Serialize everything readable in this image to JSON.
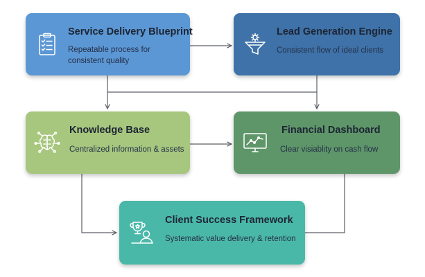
{
  "colors": {
    "service": "#5b97d4",
    "lead": "#3e72a8",
    "knowledge": "#a7c77e",
    "financial": "#5e9669",
    "client": "#4ab8a8",
    "connector": "#5a5f66"
  },
  "nodes": {
    "service": {
      "title": "Service Delivery Blueprint",
      "desc": "Repeatable process for consistent quality",
      "icon": "clipboard-checklist-icon"
    },
    "lead": {
      "title": "Lead Generation Engine",
      "desc": "Consistent flow of ideal clients",
      "icon": "funnel-gear-icon"
    },
    "knowledge": {
      "title": "Knowledge Base",
      "desc": "Centralized information & assets",
      "icon": "brain-network-icon"
    },
    "financial": {
      "title": "Financial Dashboard",
      "desc": "Clear visiablity on cash flow",
      "icon": "monitor-chart-icon"
    },
    "client": {
      "title": "Client Success Framework",
      "desc": "Systematic value delivery & retention",
      "icon": "trophy-person-icon"
    }
  },
  "edges": [
    {
      "from": "service",
      "to": "lead"
    },
    {
      "from": "service",
      "to": "knowledge"
    },
    {
      "from": "lead",
      "to": "financial"
    },
    {
      "from": "knowledge",
      "to": "financial"
    },
    {
      "from": "knowledge",
      "to": "client"
    },
    {
      "from": "financial",
      "to": "client"
    }
  ]
}
